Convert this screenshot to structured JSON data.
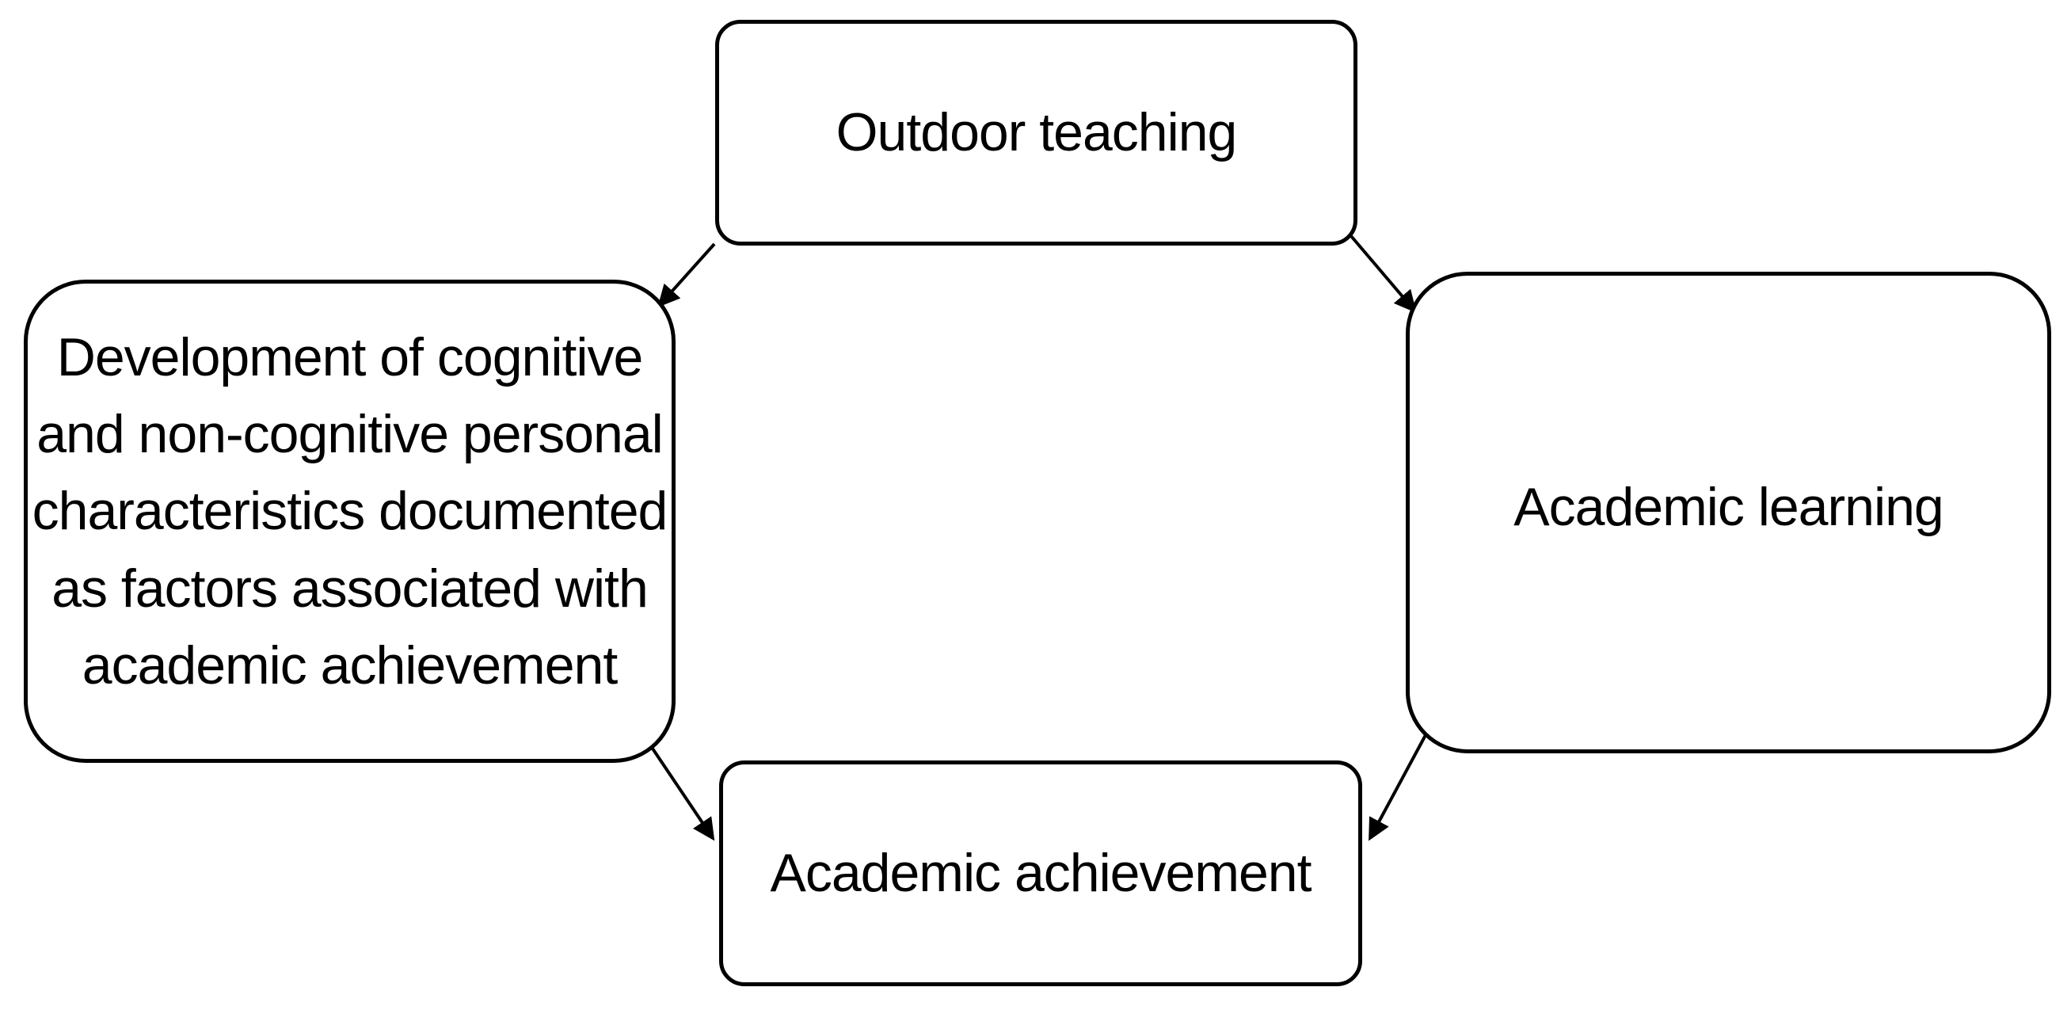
{
  "diagram": {
    "nodes": [
      {
        "id": "outdoor-teaching",
        "label": "Outdoor teaching"
      },
      {
        "id": "development",
        "label": "Development of cognitive\nand non-cognitive personal\ncharacteristics documented\nas factors associated with\nacademic achievement"
      },
      {
        "id": "academic-learning",
        "label": "Academic learning"
      },
      {
        "id": "academic-achievement",
        "label": "Academic achievement"
      }
    ],
    "edges": [
      {
        "from": "outdoor-teaching",
        "to": "development"
      },
      {
        "from": "outdoor-teaching",
        "to": "academic-learning"
      },
      {
        "from": "development",
        "to": "academic-achievement"
      },
      {
        "from": "academic-learning",
        "to": "academic-achievement"
      }
    ],
    "colors": {
      "stroke": "#000000",
      "fill": "#ffffff",
      "text": "#000000"
    }
  }
}
